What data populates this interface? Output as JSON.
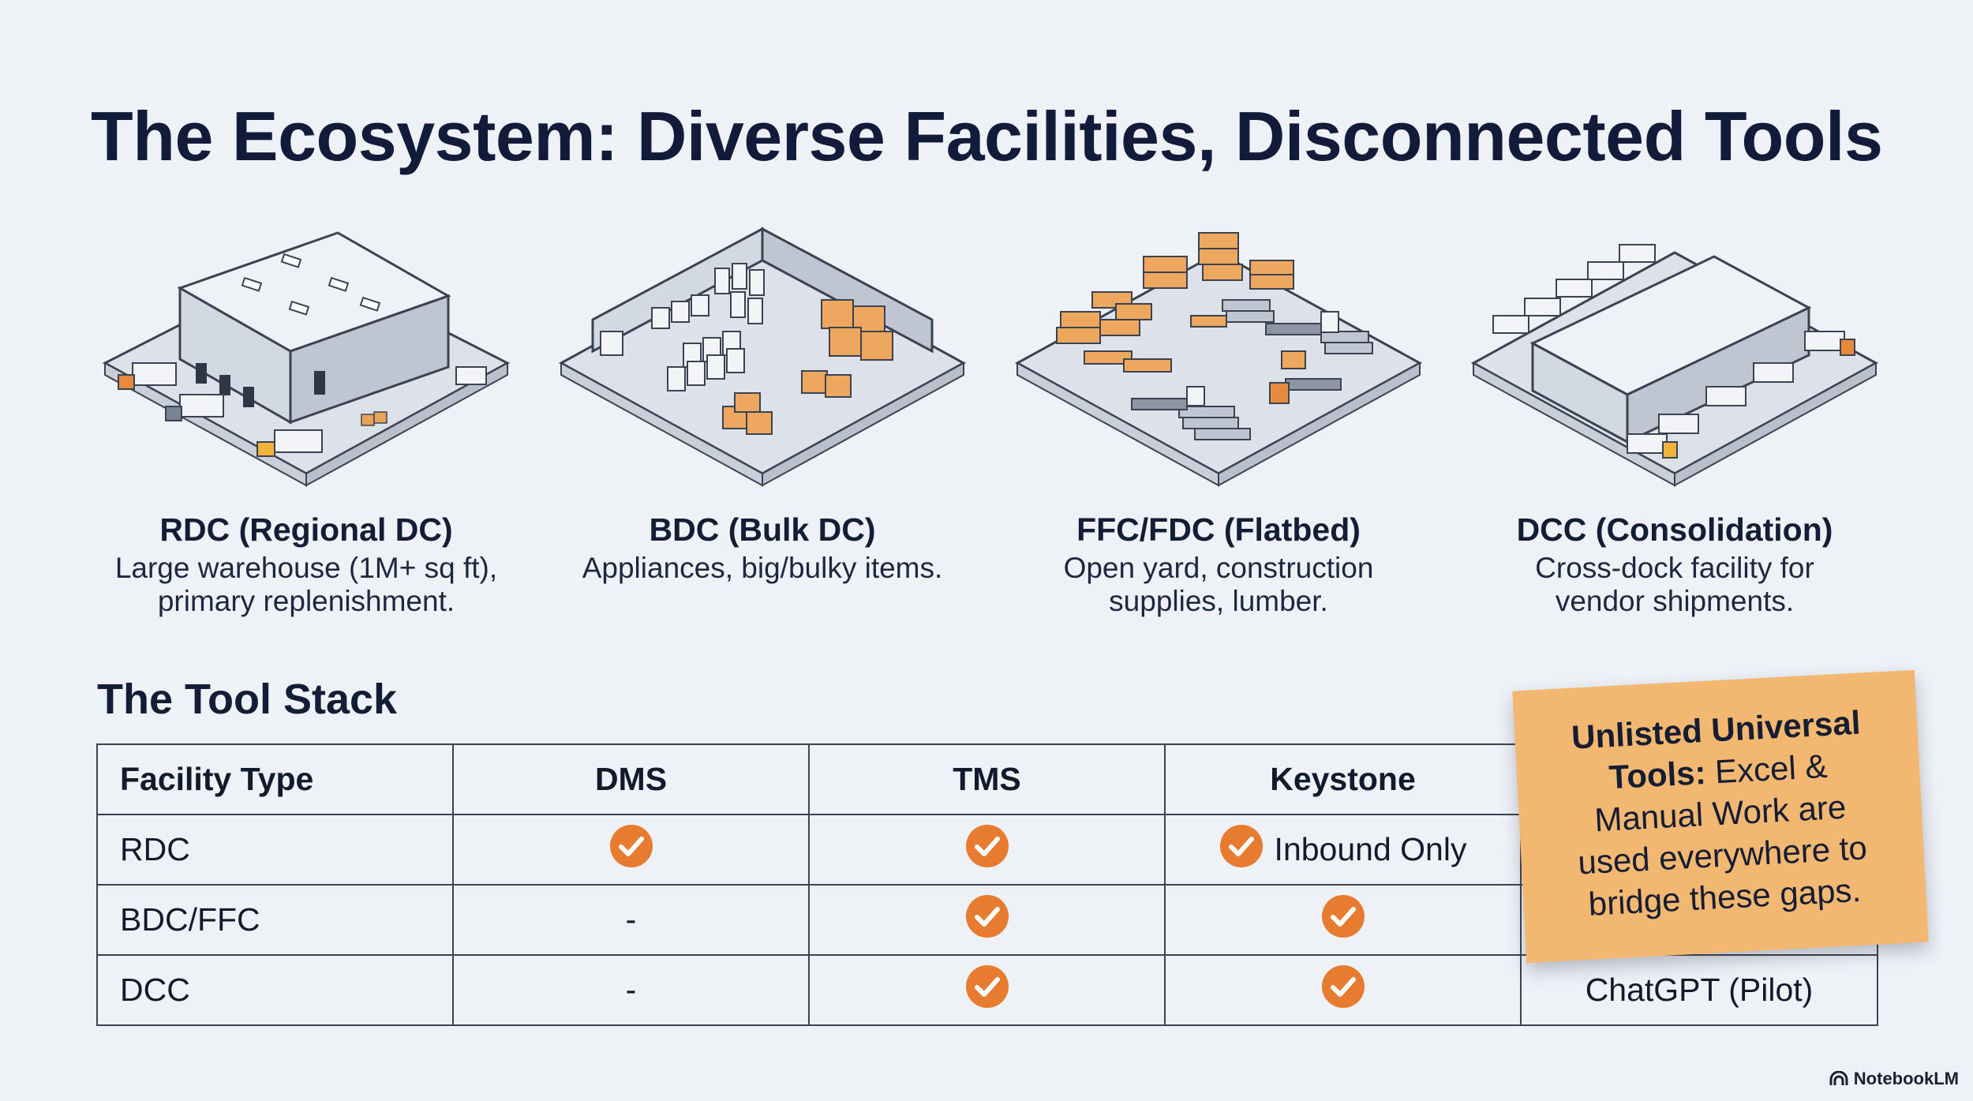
{
  "title": "The Ecosystem: Diverse Facilities, Disconnected Tools",
  "facilities": [
    {
      "icon": "regional-warehouse-icon",
      "name": "RDC (Regional DC)",
      "desc_line1": "Large warehouse (1M+ sq ft),",
      "desc_line2": "primary replenishment."
    },
    {
      "icon": "bulk-warehouse-icon",
      "name": "BDC (Bulk DC)",
      "desc_line1": "Appliances, big/bulky items.",
      "desc_line2": ""
    },
    {
      "icon": "flatbed-yard-icon",
      "name": "FFC/FDC (Flatbed)",
      "desc_line1": "Open yard, construction",
      "desc_line2": "supplies, lumber."
    },
    {
      "icon": "cross-dock-icon",
      "name": "DCC (Consolidation)",
      "desc_line1": "Cross-dock facility for",
      "desc_line2": "vendor shipments."
    }
  ],
  "tool_stack": {
    "title": "The Tool Stack",
    "headers": [
      "Facility Type",
      "DMS",
      "TMS",
      "Keystone"
    ],
    "rows": [
      {
        "facility": "RDC",
        "dms": "check",
        "tms": "check",
        "keystone": "check",
        "keystone_note": "Inbound Only",
        "extra": ""
      },
      {
        "facility": "BDC/FFC",
        "dms": "-",
        "tms": "check",
        "keystone": "check",
        "keystone_note": "",
        "extra": ""
      },
      {
        "facility": "DCC",
        "dms": "-",
        "tms": "check",
        "keystone": "check",
        "keystone_note": "",
        "extra": "ChatGPT (Pilot)"
      }
    ]
  },
  "sticky_note": {
    "bold_line1": "Unlisted Universal",
    "bold_line2": "Tools:",
    "text_part1": " Excel &",
    "text_line3": "Manual Work are",
    "text_line4": "used everywhere to",
    "text_line5": "bridge these gaps."
  },
  "brand": "NotebookLM",
  "colors": {
    "check": "#e77b30",
    "note": "#f2b872",
    "title": "#121c3a",
    "pilot": "#3f6f98"
  }
}
